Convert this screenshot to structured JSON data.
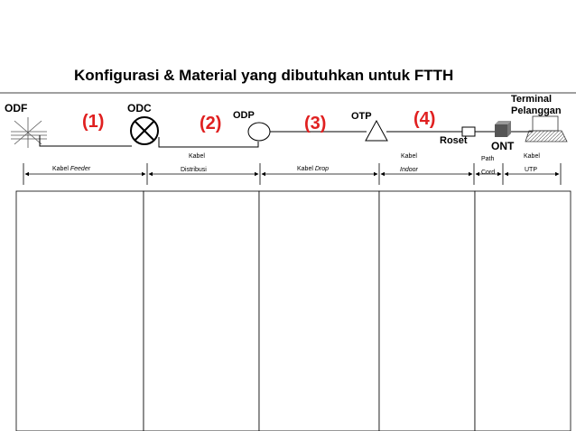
{
  "title": "Konfigurasi & Material yang dibutuhkan untuk FTTH",
  "nodes": {
    "odf": "ODF",
    "odc": "ODC",
    "odp": "ODP",
    "otp": "OTP",
    "roset": "Roset",
    "ont": "ONT",
    "terminal_line1": "Terminal",
    "terminal_line2": "Pelanggan"
  },
  "segment_numbers": [
    "(1)",
    "(2)",
    "(3)",
    "(4)"
  ],
  "segment_number_color": "#e02020",
  "cables": {
    "feeder_prefix": "Kabel",
    "feeder_italic": "Feeder",
    "distribusi_line1": "Kabel",
    "distribusi_line2": "Distribusi",
    "drop_prefix": "Kabel",
    "drop_italic": "Drop",
    "indoor_line1": "Kabel",
    "indoor_line2": "Indoor",
    "patch_line1": "Path",
    "patch_line2": "Cord",
    "utp_line1": "Kabel",
    "utp_line2": "UTP"
  }
}
